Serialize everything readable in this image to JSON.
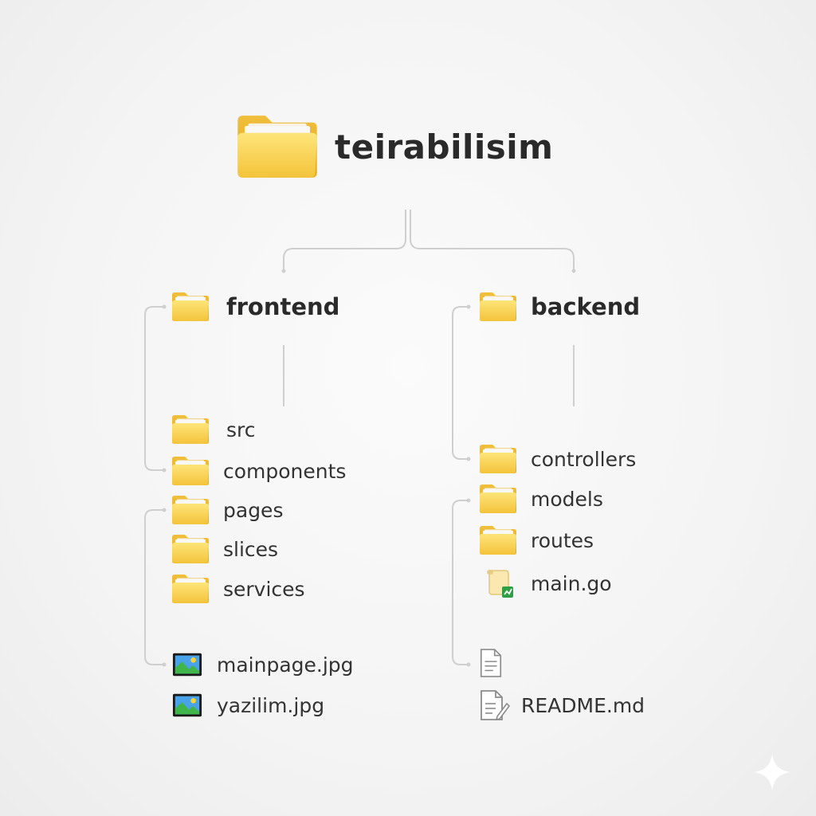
{
  "colors": {
    "folder_front": "#f7cb45",
    "folder_back": "#e9b430",
    "line": "#cfcfcf",
    "text": "#2b2b2b"
  },
  "root": {
    "label": "teirabilisim",
    "icon": "folder-icon"
  },
  "frontend": {
    "label": "frontend",
    "icon": "folder-icon",
    "folders": [
      {
        "label": "src",
        "icon": "folder-icon"
      },
      {
        "label": "components",
        "icon": "folder-icon"
      },
      {
        "label": "pages",
        "icon": "folder-icon"
      },
      {
        "label": "slices",
        "icon": "folder-icon"
      },
      {
        "label": "services",
        "icon": "folder-icon"
      }
    ],
    "files": [
      {
        "label": "mainpage.jpg",
        "icon": "image-file-icon"
      },
      {
        "label": "yazilim.jpg",
        "icon": "image-file-icon"
      }
    ]
  },
  "backend": {
    "label": "backend",
    "icon": "folder-icon",
    "folders": [
      {
        "label": "controllers",
        "icon": "folder-icon"
      },
      {
        "label": "models",
        "icon": "folder-icon"
      },
      {
        "label": "routes",
        "icon": "folder-icon"
      }
    ],
    "files": [
      {
        "label": "main.go",
        "icon": "go-file-icon"
      },
      {
        "label": "",
        "icon": "document-icon"
      },
      {
        "label": "README.md",
        "icon": "markdown-file-icon"
      }
    ]
  }
}
